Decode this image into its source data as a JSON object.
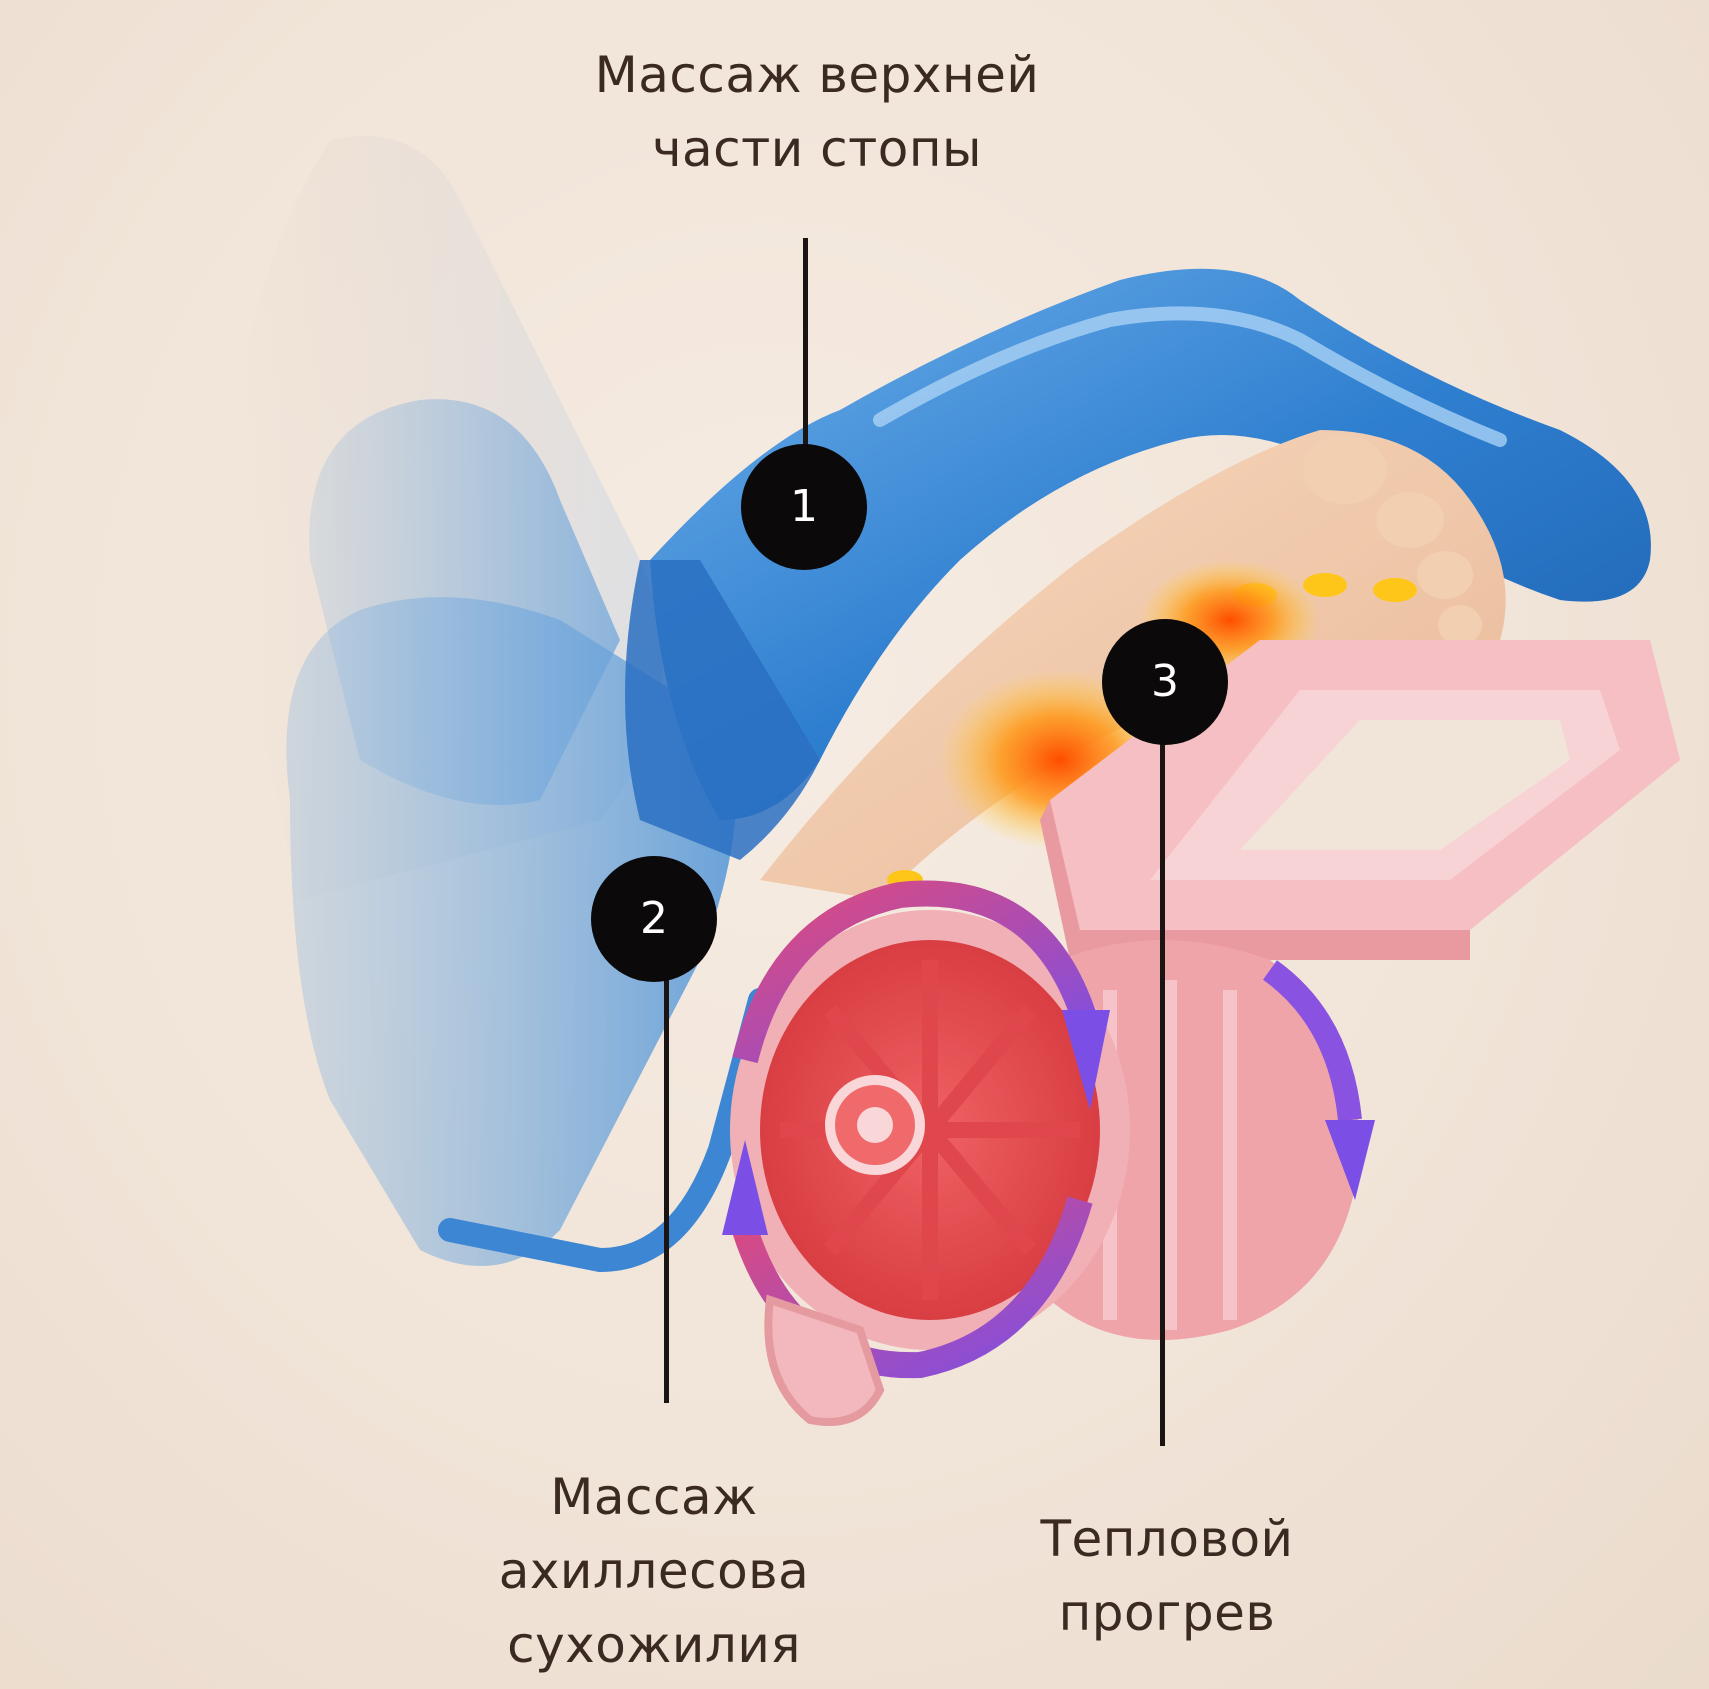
{
  "labels": {
    "upper_foot": [
      "Массаж верхней",
      "части стопы"
    ],
    "achilles": [
      "Массаж",
      "ахиллесова",
      "сухожилия"
    ],
    "heating": [
      "Тепловой",
      "прогрев"
    ]
  },
  "markers": [
    "1",
    "2",
    "3"
  ],
  "colors": {
    "background": "#f1e4d8",
    "text": "#3b2a22",
    "marker": "#0b0909",
    "marker_text": "#ffffff",
    "wrap_blue": "#2f7fd0",
    "roller_pink": "#f2aeb5",
    "roller_red": "#e84f52",
    "arrow_purple": "#8a52e0",
    "heat_orange": "#ff7a1a"
  },
  "icons": [
    "rotation-arrow-icon"
  ]
}
